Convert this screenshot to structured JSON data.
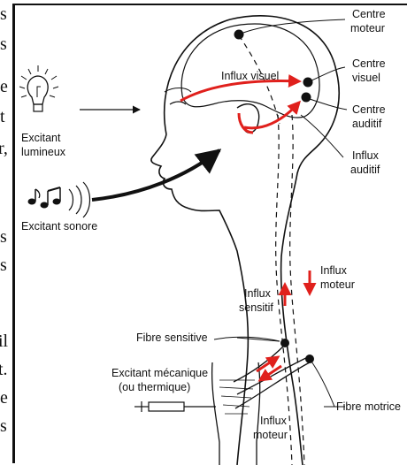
{
  "labels": {
    "centre_moteur": [
      "Centre",
      "moteur"
    ],
    "centre_visuel": [
      "Centre",
      "visuel"
    ],
    "centre_auditif": [
      "Centre",
      "auditif"
    ],
    "influx_auditif": [
      "Influx",
      "auditif"
    ],
    "influx_visuel": "Influx visuel",
    "excitant_lumineux": [
      "Excitant",
      "lumineux"
    ],
    "excitant_sonore": "Excitant sonore",
    "influx_moteur_top": [
      "Influx",
      "moteur"
    ],
    "influx_sensitif": [
      "Influx",
      "sensitif"
    ],
    "fibre_sensitive": "Fibre sensitive",
    "excitant_mecanique": [
      "Excitant mécanique",
      "(ou thermique)"
    ],
    "fibre_motrice": "Fibre motrice",
    "influx_moteur_bottom": [
      "Influx",
      "moteur"
    ]
  },
  "edge_fragments": [
    "s",
    "s",
    "e",
    "t",
    "r,",
    "s",
    "s",
    "il",
    "t.",
    "e",
    "s"
  ],
  "colors": {
    "arrow_red": "#e0201c",
    "line": "#111111"
  }
}
